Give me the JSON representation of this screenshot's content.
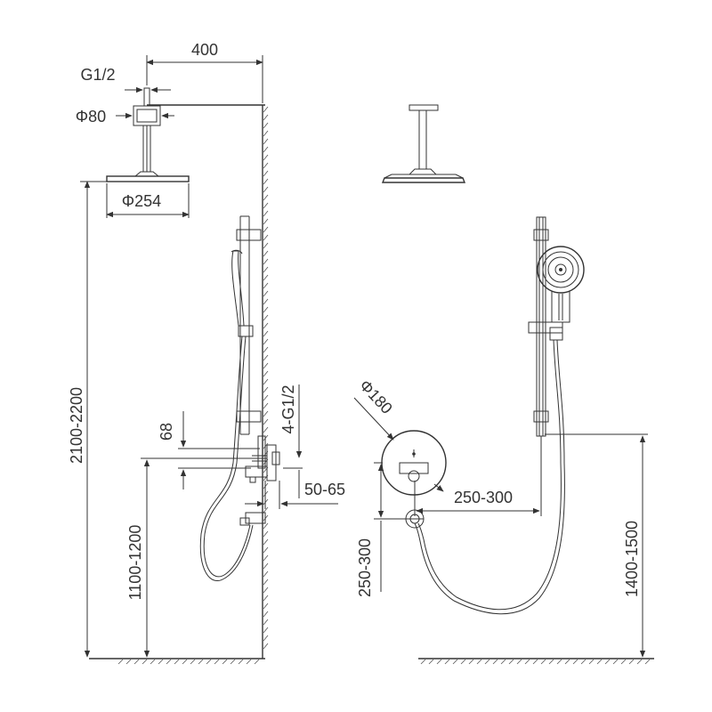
{
  "labels": {
    "width_400": "400",
    "g12": "G1/2",
    "phi80": "Φ80",
    "phi254": "Φ254",
    "h2100": "2100-2200",
    "h1100": "1100-1200",
    "d68": "68",
    "g4": "4-G1/2",
    "d5065": "50-65",
    "phi180": "Φ180",
    "d250_300_h": "250-300",
    "d250_300_v": "250-300",
    "h1400": "1400-1500"
  },
  "colors": {
    "line": "#333333",
    "background": "#ffffff"
  }
}
